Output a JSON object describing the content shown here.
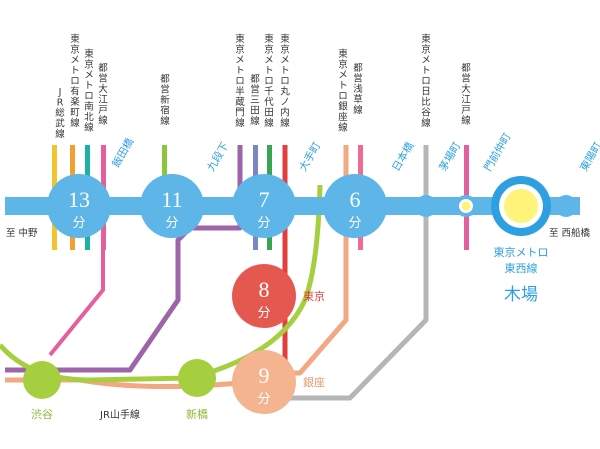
{
  "origin_station": {
    "line": "東京メトロ東西線",
    "name": "木場"
  },
  "tozai_ends": {
    "west": "至 中野",
    "east": "至 西船橋"
  },
  "vertical_lines": [
    {
      "label": "JR総武線",
      "color": "#f4c430"
    },
    {
      "label": "東京メトロ有楽町線",
      "color": "#f2a033"
    },
    {
      "label": "東京メトロ南北線",
      "color": "#1db0a4"
    },
    {
      "label": "都営大江戸線",
      "color": "#e5609a"
    },
    {
      "label": "都営新宿線",
      "color": "#8cc63f"
    },
    {
      "label": "東京メトロ半蔵門線",
      "color": "#9d65a8"
    },
    {
      "label": "都営三田線",
      "color": "#7d86c4"
    },
    {
      "label": "東京メトロ千代田線",
      "color": "#3aa356"
    },
    {
      "label": "東京メトロ丸ノ内線",
      "color": "#e23e3b"
    },
    {
      "label": "東京メトロ銀座線",
      "color": "#f2a882"
    },
    {
      "label": "都営浅草線",
      "color": "#ef6b92"
    },
    {
      "label": "東京メトロ日比谷線",
      "color": "#b6b6b6"
    },
    {
      "label": "都営大江戸線",
      "color": "#e5609a"
    }
  ],
  "tozai_stations": [
    {
      "name": "飯田橋",
      "minutes": "13",
      "unit": "分"
    },
    {
      "name": "九段下",
      "minutes": "11",
      "unit": "分"
    },
    {
      "name": "大手町",
      "minutes": "7",
      "unit": "分"
    },
    {
      "name": "日本橋",
      "minutes": "6",
      "unit": "分"
    },
    {
      "name": "茅場町"
    },
    {
      "name": "門前仲町"
    },
    {
      "name": "東陽町"
    }
  ],
  "other_stations": [
    {
      "name": "東京",
      "minutes": "8",
      "unit": "分"
    },
    {
      "name": "銀座",
      "minutes": "9",
      "unit": "分"
    },
    {
      "name": "渋谷"
    },
    {
      "name": "新橋"
    }
  ],
  "jr_yamanote_label": "JR山手線",
  "colors": {
    "tozai": "#5db5e8",
    "tozai_text": "#2e9fe0",
    "yamanote": "#a6cf3f",
    "marunouchi": "#e5584f",
    "ginza": "#f2a882",
    "kiba_center": "#fff37a",
    "kiba_ring": "#2e9fe0"
  }
}
